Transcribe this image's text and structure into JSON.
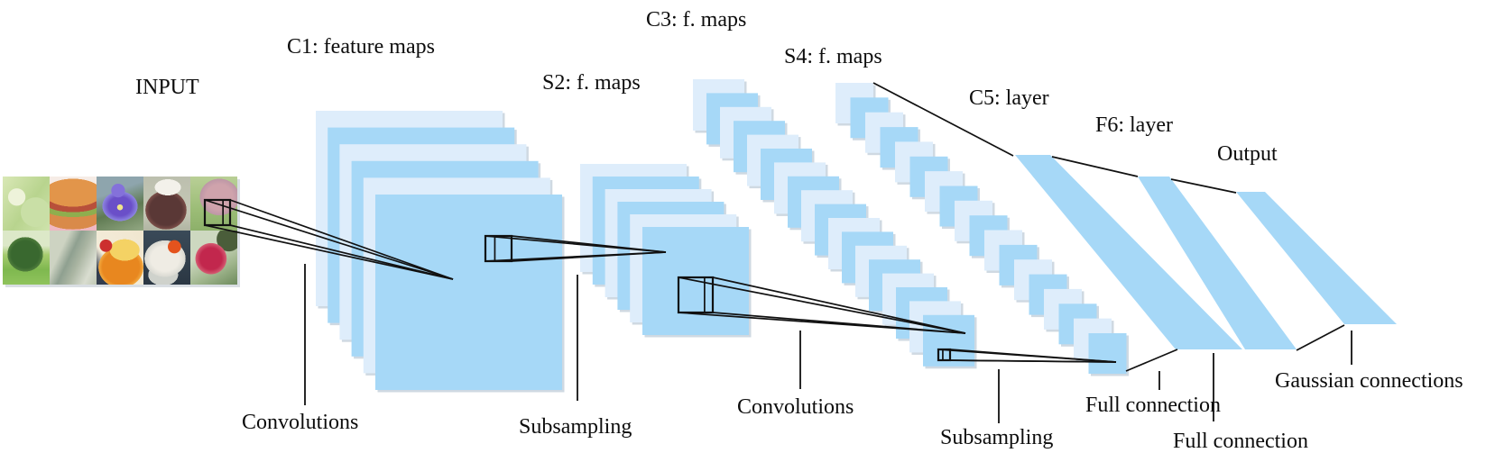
{
  "figure": {
    "type": "convolutional-neural-network-architecture",
    "description_visible": "LeNet-style CNN architecture diagram from input photos through convolution, subsampling and fully connected layers to output"
  },
  "labels": {
    "input": "INPUT",
    "c1": "C1: feature maps",
    "s2": "S2: f. maps",
    "c3": "C3: f. maps",
    "s4": "S4: f. maps",
    "c5": "C5: layer",
    "f6": "F6: layer",
    "output": "Output",
    "conv1": "Convolutions",
    "sub1": "Subsampling",
    "conv2": "Convolutions",
    "sub2": "Subsampling",
    "full1": "Full connection",
    "full2": "Full connection",
    "gauss": "Gaussian connections"
  },
  "network": {
    "stacks": [
      {
        "id": "c1",
        "label_key": "c1",
        "maps_drawn": 6
      },
      {
        "id": "s2",
        "label_key": "s2",
        "maps_drawn": 6
      },
      {
        "id": "c3",
        "label_key": "c3",
        "maps_drawn": 18
      },
      {
        "id": "s4",
        "label_key": "s4",
        "maps_drawn": 18
      }
    ],
    "bands": [
      {
        "id": "c5",
        "label_key": "c5"
      },
      {
        "id": "f6",
        "label_key": "f6"
      },
      {
        "id": "output",
        "label_key": "output"
      }
    ],
    "flow": [
      "input",
      "conv1",
      "c1",
      "sub1",
      "s2",
      "conv2",
      "c3",
      "sub2",
      "s4",
      "full1",
      "c5",
      "full2",
      "f6",
      "gauss",
      "output"
    ]
  },
  "input_photos": [
    {
      "id": "leaf",
      "desc": "pale green leafy plant close-up"
    },
    {
      "id": "burger",
      "desc": "hamburger on pink background"
    },
    {
      "id": "iris",
      "desc": "purple iris flower"
    },
    {
      "id": "teapot",
      "desc": "dark brown teapot with white lid"
    },
    {
      "id": "piglet",
      "desc": "pink animal on green grass"
    },
    {
      "id": "tree",
      "desc": "tree on bright green lawn"
    },
    {
      "id": "bird",
      "desc": "hummingbird in muted green tones"
    },
    {
      "id": "orangebag",
      "desc": "orange fruit bag with label"
    },
    {
      "id": "goldfish",
      "desc": "white and orange goldfish on dark background"
    },
    {
      "id": "pomegranate",
      "desc": "red pomegranate with green leaves"
    }
  ],
  "colors": {
    "map_fill": "#A6D8F7",
    "map_fill_pale": "#DEEDFB",
    "line": "#111111",
    "shadow": "#9FB3C4",
    "background": "#FFFFFF"
  }
}
